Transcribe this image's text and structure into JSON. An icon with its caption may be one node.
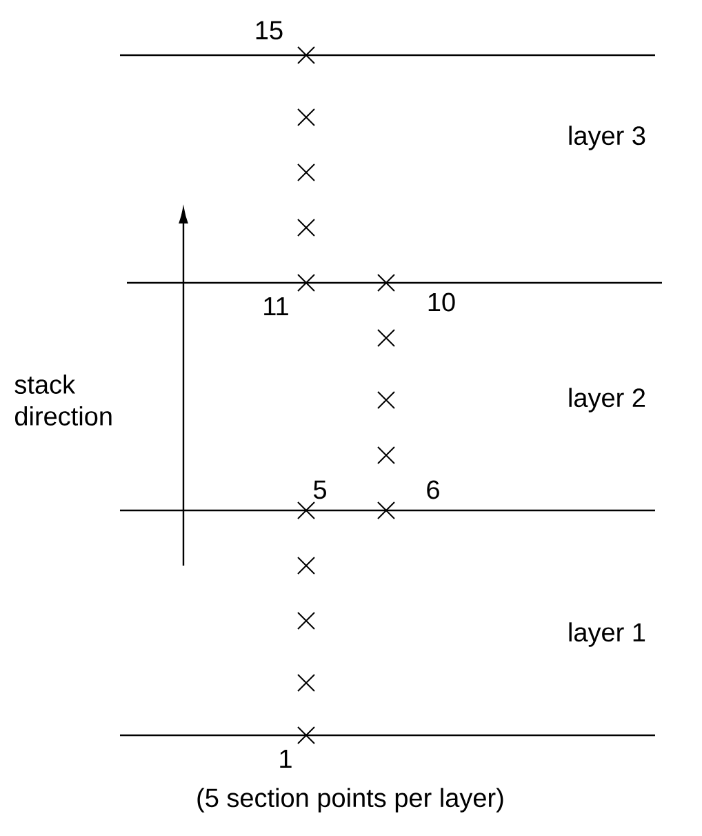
{
  "diagram": {
    "caption": "(5 section points per layer)",
    "labels": [
      "15",
      "layer 3",
      "11",
      "10",
      "stack direction",
      "layer 2",
      "5",
      "6",
      "layer 1",
      "1"
    ]
  }
}
